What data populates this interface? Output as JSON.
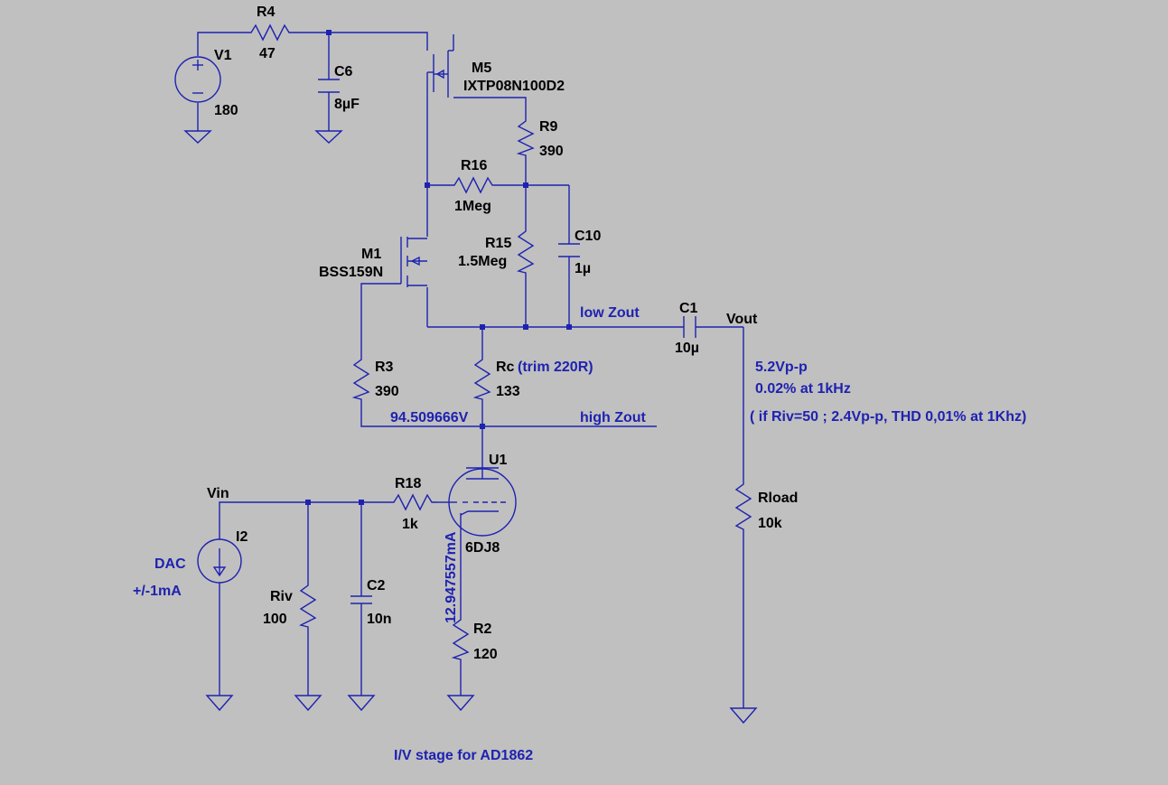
{
  "colors": {
    "background": "#c0c0c0",
    "wire": "#1e22b0",
    "label": "#000000",
    "annotation": "#1e22b0"
  },
  "components": {
    "V1": {
      "name": "V1",
      "value": "180"
    },
    "R4": {
      "name": "R4",
      "value": "47"
    },
    "C6": {
      "name": "C6",
      "value": "8µF"
    },
    "M5": {
      "name": "M5",
      "value": "IXTP08N100D2"
    },
    "R9": {
      "name": "R9",
      "value": "390"
    },
    "R16": {
      "name": "R16",
      "value": "1Meg"
    },
    "R15": {
      "name": "R15",
      "value": "1.5Meg"
    },
    "C10": {
      "name": "C10",
      "value": "1µ"
    },
    "M1": {
      "name": "M1",
      "value": "BSS159N"
    },
    "C1": {
      "name": "C1",
      "value": "10µ"
    },
    "R3": {
      "name": "R3",
      "value": "390"
    },
    "Rc": {
      "name": "Rc",
      "value": "133"
    },
    "U1": {
      "name": "U1",
      "value": "6DJ8"
    },
    "R18": {
      "name": "R18",
      "value": "1k"
    },
    "I2": {
      "name": "I2"
    },
    "Riv": {
      "name": "Riv",
      "value": "100"
    },
    "C2": {
      "name": "C2",
      "value": "10n"
    },
    "R2": {
      "name": "R2",
      "value": "120"
    },
    "Rload": {
      "name": "Rload",
      "value": "10k"
    }
  },
  "nets": {
    "vin": "Vin",
    "vout": "Vout"
  },
  "annotations": {
    "low_zout": "low Zout",
    "high_zout": "high Zout",
    "rc_trim": "(trim 220R)",
    "node_voltage": "94.509666V",
    "cathode_current": "12.947557mA",
    "dac": "DAC",
    "dac_current": "+/-1mA",
    "spec_1": "5.2Vp-p",
    "spec_2": "0.02% at 1kHz",
    "spec_3": "( if Riv=50 ; 2.4Vp-p, THD 0,01% at 1Khz)",
    "title": "I/V stage for AD1862"
  }
}
